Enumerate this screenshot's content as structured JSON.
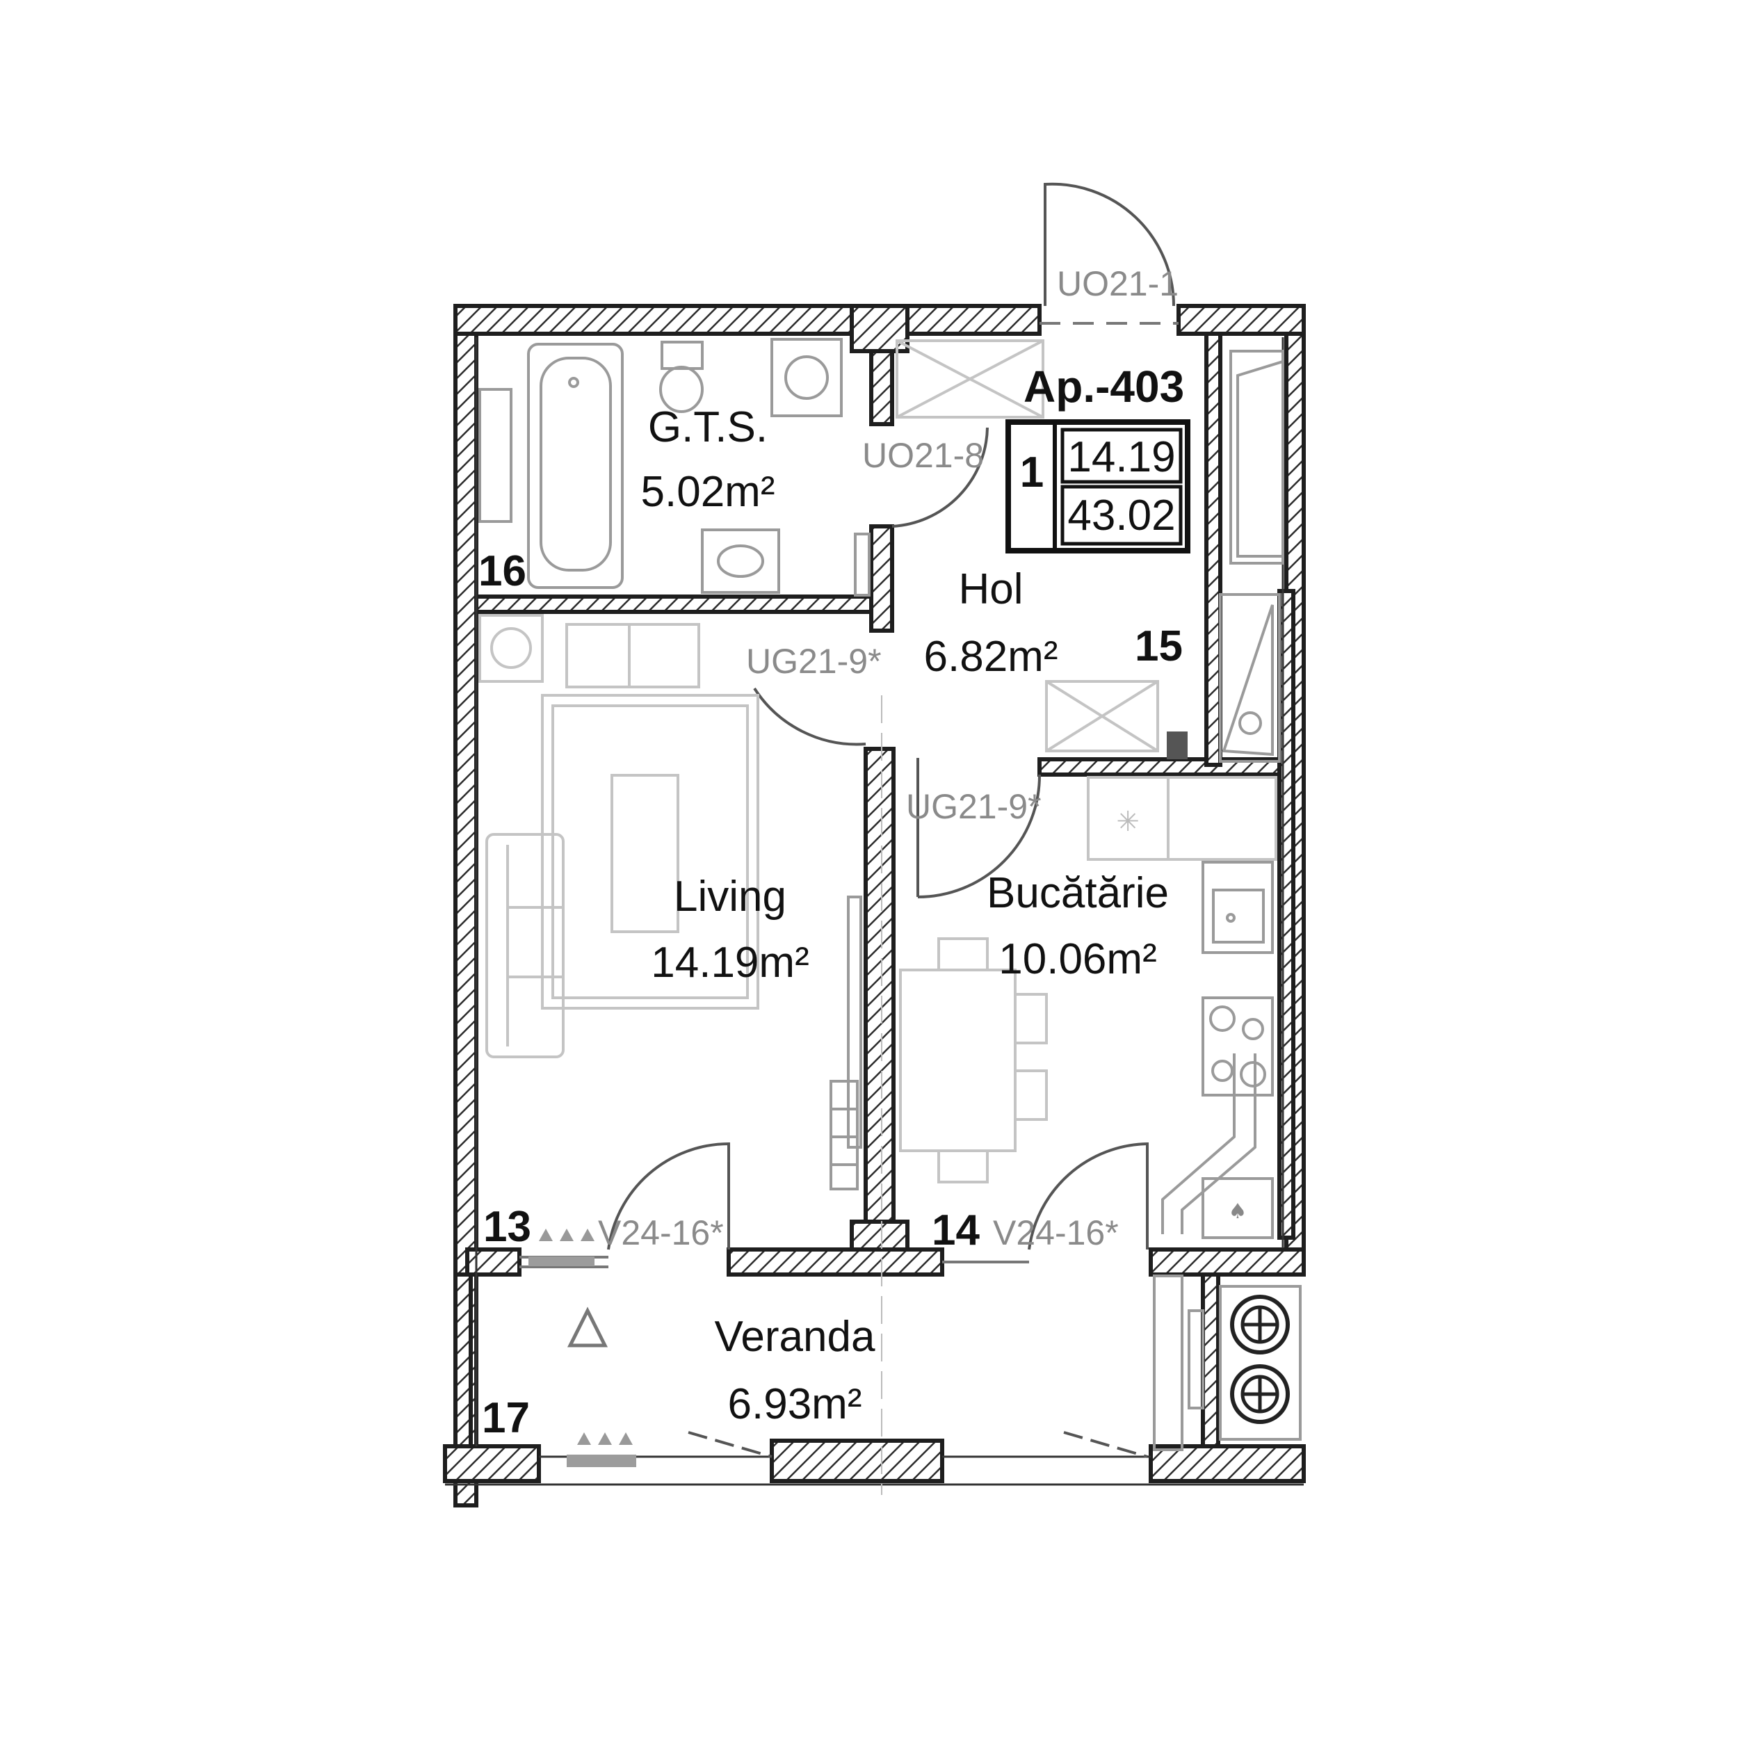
{
  "apartment": {
    "title": "Ap.-403",
    "rooms_count": "1",
    "living_area": "14.19",
    "total_area": "43.02"
  },
  "rooms": {
    "gts": {
      "name": "G.T.S.",
      "area": "5.02m²"
    },
    "hol": {
      "name": "Hol",
      "area": "6.82m²"
    },
    "living": {
      "name": "Living",
      "area": "14.19m²"
    },
    "bucatarie": {
      "name": "Bucătărie",
      "area": "10.06m²"
    },
    "veranda": {
      "name": "Veranda",
      "area": "6.93m²"
    }
  },
  "markers": {
    "m13": "13",
    "m14": "14",
    "m15": "15",
    "m16": "16",
    "m17": "17"
  },
  "codes": {
    "entrance_door": "UO21-1",
    "bath_door": "UO21-8",
    "living_door": "UG21-9*",
    "kitchen_door": "UG21-9*",
    "window_living": "V24-16*",
    "window_kitchen": "V24-16*"
  },
  "colors": {
    "wall": "#2b2b2b",
    "furniture": "#a0a0a0",
    "codes": "#8a8a8a"
  }
}
